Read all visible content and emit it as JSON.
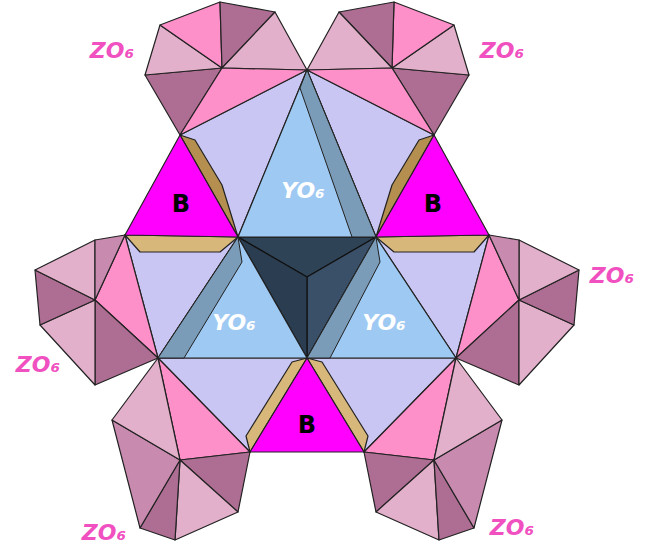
{
  "diagram": {
    "nodes": [
      {
        "text": [
          "B"
        ]
      },
      {
        "text": [
          "YO₆"
        ]
      },
      {
        "text": [
          "B"
        ]
      },
      {
        "text": [
          "YO₆"
        ]
      },
      {
        "text": [
          "YO₆"
        ]
      },
      {
        "text": [
          "B"
        ]
      }
    ],
    "labels": [
      "ZO₆",
      "ZO₆",
      "ZO₆",
      "ZO₆",
      "ZO₆",
      "ZO₆"
    ]
  }
}
